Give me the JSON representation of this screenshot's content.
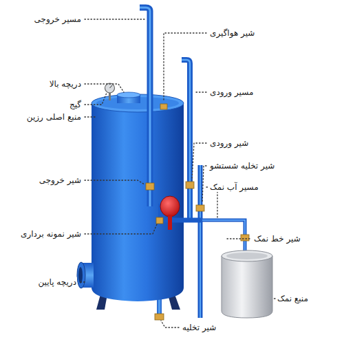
{
  "diagram": {
    "labels": [
      "مسیر خروجی",
      "دریچه بالا",
      "گیج",
      "منبع اصلی رزین",
      "شیر خروجی",
      "شیر نمونه برداری",
      "دریچه پایین",
      "شیر هواگیری",
      "مسیر ورودی",
      "شیر ورودی",
      "شیر تخلیه شستشو",
      "مسیر آب نمک",
      "شیر خط نمک",
      "منبع نمک",
      "شیر تخلیه"
    ]
  }
}
